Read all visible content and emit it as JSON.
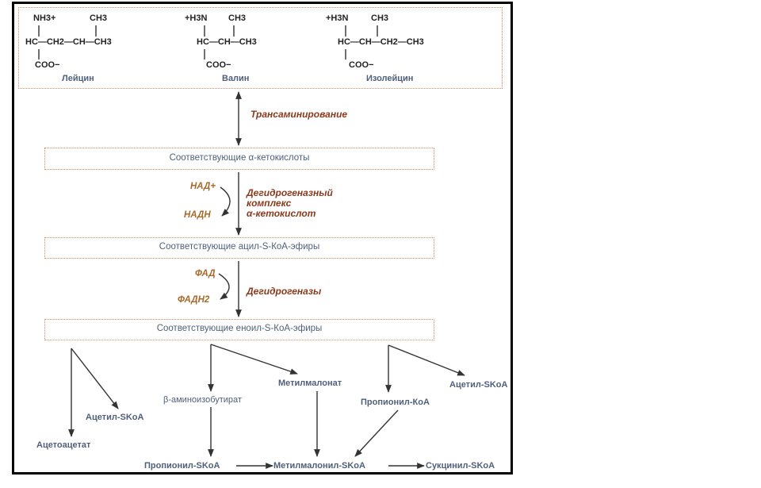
{
  "amino_acids": [
    {
      "name": "Лейцин",
      "formula": {
        "top_left": "NH3+",
        "top_right": "CH3",
        "main": "HC—CH2—CH—CH3",
        "bottom": "COO−"
      }
    },
    {
      "name": "Валин",
      "formula": {
        "top_left": "+H3N",
        "top_right": "CH3",
        "main": "HC—CH—CH3",
        "bottom": "COO−"
      }
    },
    {
      "name": "Изолейцин",
      "formula": {
        "top_left": "+H3N",
        "top_right": "CH3",
        "main": "HC—CH—CH2—CH3",
        "bottom": "COO−"
      }
    }
  ],
  "steps": {
    "transamination": "Трансаминирование",
    "keto_box": "Соответствующие α-кетокислоты",
    "nad": "НАД+",
    "nadh": "НАДН",
    "dehydrogenase_complex": [
      "Дегидрогеназный",
      "комплекс",
      "α-кетокислот"
    ],
    "acyl_box": "Соответствующие ацил-S-КоА-эфиры",
    "fad": "ФАД",
    "fadh2": "ФАДН2",
    "dehydrogenases": "Дегидрогеназы",
    "enoyl_box": "Соответствующие еноил-S-КоА-эфиры"
  },
  "products": {
    "acetyl_skoa_left": "Ацетил-SKoA",
    "acetoacetate": "Ацетоацетат",
    "aminoisobutyrate": "β-аминоизобутират",
    "methylmalonate": "Метилмалонат",
    "propionyl_koa": "Пропионил-КоА",
    "acetyl_skoa_right": "Ацетил-SKoA",
    "propionyl_skoa": "Пропионил-SKoA",
    "methylmalonyl_skoa": "Метилмалонил-SKoA",
    "succinyl_skoa": "Сукцинил-SKoA"
  }
}
